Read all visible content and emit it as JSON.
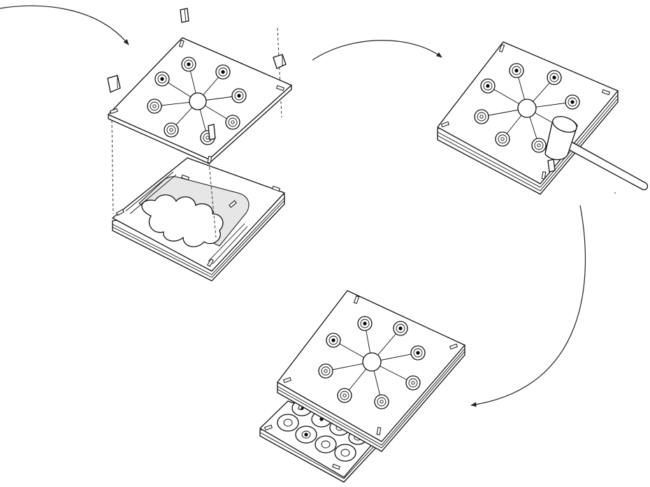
{
  "figure": {
    "stages": [
      {
        "id": "assembly",
        "description_visible": false
      },
      {
        "id": "pressing",
        "description_visible": false
      },
      {
        "id": "ejected",
        "description_visible": false
      }
    ],
    "arrows": 3,
    "colors": {
      "line": "#111111",
      "fill": "#ffffff",
      "shade": "#e6e6e6",
      "dot": "#000000"
    },
    "icons": [
      "mallet-icon",
      "alignment-pin-icon",
      "hole-icon",
      "slot-icon"
    ]
  }
}
